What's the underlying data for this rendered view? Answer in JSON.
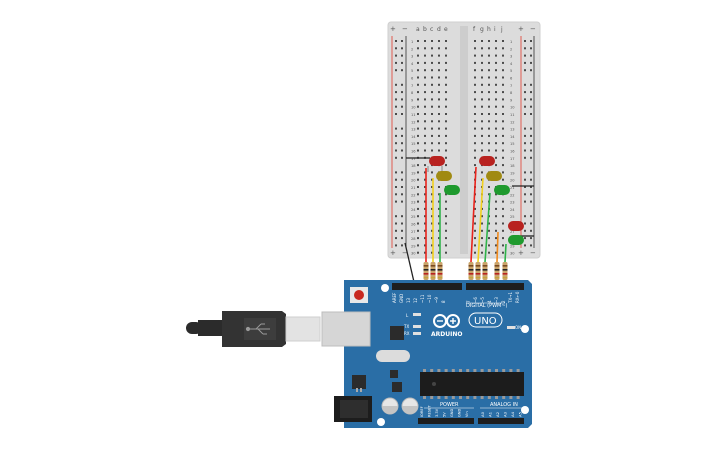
{
  "breadboard": {
    "column_labels_left": [
      "a",
      "b",
      "c",
      "d",
      "e"
    ],
    "column_labels_right": [
      "f",
      "g",
      "h",
      "i",
      "j"
    ],
    "rail_plus": "+",
    "rail_minus": "−",
    "row_numbers": [
      "1",
      "2",
      "3",
      "4",
      "5",
      "6",
      "7",
      "8",
      "9",
      "10",
      "11",
      "12",
      "13",
      "14",
      "15",
      "16",
      "17",
      "18",
      "19",
      "20",
      "21",
      "22",
      "23",
      "24",
      "25",
      "26",
      "27",
      "28",
      "29",
      "30"
    ]
  },
  "arduino": {
    "model": "UNO",
    "brand": "ARDUINO",
    "digital_header": "DIGITAL (PWM~)",
    "pin_labels": [
      "AREF",
      "GND",
      "13",
      "12",
      "~11",
      "~10",
      "~9",
      "8",
      "7",
      "~6",
      "~5",
      "4",
      "~3",
      "2",
      "TX→1",
      "RX←0"
    ],
    "led_labels": [
      "L",
      "TX",
      "RX"
    ],
    "on_label": "ON",
    "power_label": "POWER",
    "analog_label": "ANALOG IN",
    "power_pins": [
      "IOREF",
      "RESET",
      "3.3V",
      "5V",
      "GND",
      "GND",
      "Vin"
    ],
    "analog_pins": [
      "A0",
      "A1",
      "A2",
      "A3",
      "A4",
      "A5"
    ]
  },
  "leds": [
    {
      "name": "led-red-1",
      "color": "#b8221f"
    },
    {
      "name": "led-yellow-1",
      "color": "#a08a12"
    },
    {
      "name": "led-green-1",
      "color": "#1f9a2e"
    },
    {
      "name": "led-red-2",
      "color": "#b8221f"
    },
    {
      "name": "led-yellow-2",
      "color": "#a08a12"
    },
    {
      "name": "led-green-2",
      "color": "#1f9a2e"
    },
    {
      "name": "led-red-3",
      "color": "#b8221f"
    },
    {
      "name": "led-green-3",
      "color": "#1f9a2e"
    }
  ],
  "colors": {
    "board_blue": "#2a6ea6",
    "wire_red": "#e8231c",
    "wire_yellow": "#f2d11c",
    "wire_green": "#2fb34a",
    "wire_orange": "#f08a1c",
    "wire_black": "#222222"
  }
}
